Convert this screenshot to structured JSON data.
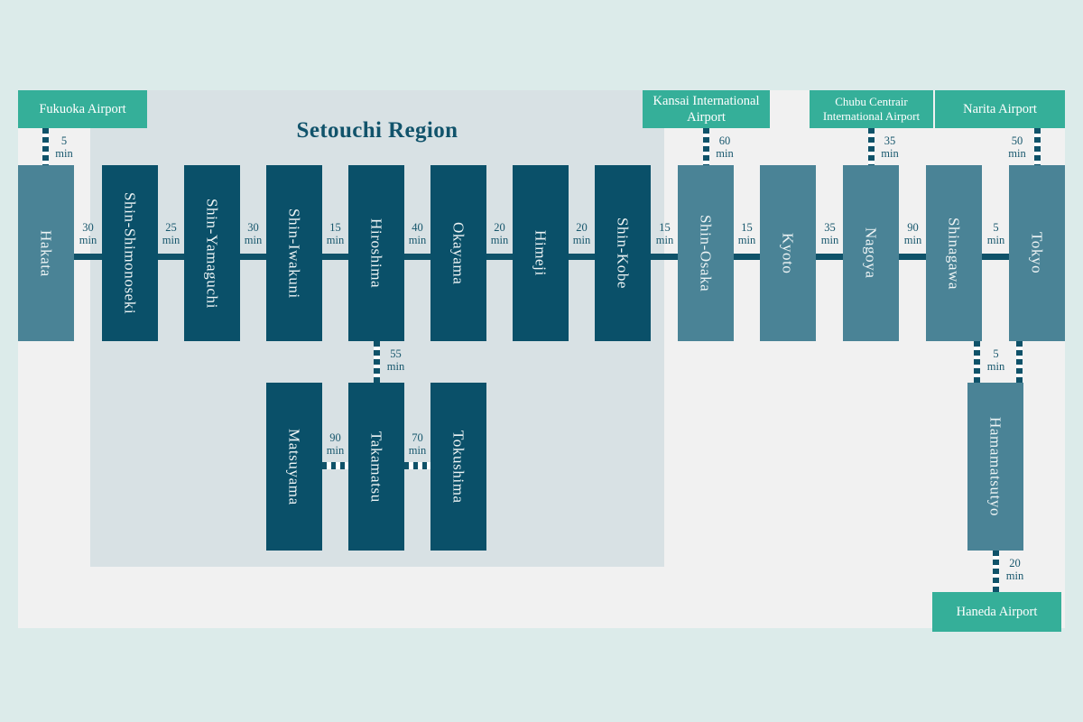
{
  "page": {
    "background": "#dcebea",
    "card_background": "#f1f1f1",
    "region_panel_background": "#d8e1e4",
    "accent_dark": "#0a5069",
    "accent_mid": "#4a8396",
    "accent_green": "#35af99"
  },
  "region": {
    "title": "Setouchi Region"
  },
  "airports": [
    {
      "name": "Fukuoka Airport"
    },
    {
      "name": "Kansai International Airport"
    },
    {
      "name": "Chubu Centrair International Airport"
    },
    {
      "name": "Narita Airport"
    },
    {
      "name": "Haneda Airport"
    }
  ],
  "stations": {
    "main_line": [
      {
        "name": "Hakata",
        "tone": "mid"
      },
      {
        "name": "Shin-Shimonoseki",
        "tone": "dark"
      },
      {
        "name": "Shin-Yamaguchi",
        "tone": "dark"
      },
      {
        "name": "Shin-Iwakuni",
        "tone": "dark"
      },
      {
        "name": "Hiroshima",
        "tone": "dark"
      },
      {
        "name": "Okayama",
        "tone": "dark"
      },
      {
        "name": "Himeji",
        "tone": "dark"
      },
      {
        "name": "Shin-Kobe",
        "tone": "dark"
      },
      {
        "name": "Shin-Osaka",
        "tone": "mid"
      },
      {
        "name": "Kyoto",
        "tone": "mid"
      },
      {
        "name": "Nagoya",
        "tone": "mid"
      },
      {
        "name": "Shinagawa",
        "tone": "mid"
      },
      {
        "name": "Tokyo",
        "tone": "mid"
      }
    ],
    "ferry_line": [
      {
        "name": "Matsuyama",
        "tone": "dark"
      },
      {
        "name": "Takamatsu",
        "tone": "dark"
      },
      {
        "name": "Tokushima",
        "tone": "dark"
      }
    ],
    "tokyo_branch": [
      {
        "name": "Hamamatsutyo",
        "tone": "mid"
      }
    ]
  },
  "durations": {
    "fukuoka_airport_to_hakata": {
      "value": "5",
      "unit": "min"
    },
    "hakata_shin_shimonoseki": {
      "value": "30",
      "unit": "min"
    },
    "shin_shimonoseki_shin_yamaguchi": {
      "value": "25",
      "unit": "min"
    },
    "shin_yamaguchi_shin_iwakuni": {
      "value": "30",
      "unit": "min"
    },
    "shin_iwakuni_hiroshima": {
      "value": "15",
      "unit": "min"
    },
    "hiroshima_okayama": {
      "value": "40",
      "unit": "min"
    },
    "okayama_himeji": {
      "value": "20",
      "unit": "min"
    },
    "himeji_shin_kobe": {
      "value": "20",
      "unit": "min"
    },
    "shin_kobe_shin_osaka": {
      "value": "15",
      "unit": "min"
    },
    "kansai_airport_to_shin_osaka": {
      "value": "60",
      "unit": "min"
    },
    "shin_osaka_kyoto": {
      "value": "15",
      "unit": "min"
    },
    "kyoto_nagoya": {
      "value": "35",
      "unit": "min"
    },
    "chubu_airport_to_nagoya": {
      "value": "35",
      "unit": "min"
    },
    "nagoya_shinagawa": {
      "value": "90",
      "unit": "min"
    },
    "shinagawa_tokyo": {
      "value": "5",
      "unit": "min"
    },
    "narita_airport_to_tokyo": {
      "value": "50",
      "unit": "min"
    },
    "hiroshima_takamatsu": {
      "value": "55",
      "unit": "min"
    },
    "matsuyama_takamatsu": {
      "value": "90",
      "unit": "min"
    },
    "takamatsu_tokushima": {
      "value": "70",
      "unit": "min"
    },
    "tokyo_to_hamamatsutyo": {
      "value": "5",
      "unit": "min"
    },
    "hamamatsutyo_to_haneda": {
      "value": "20",
      "unit": "min"
    }
  }
}
